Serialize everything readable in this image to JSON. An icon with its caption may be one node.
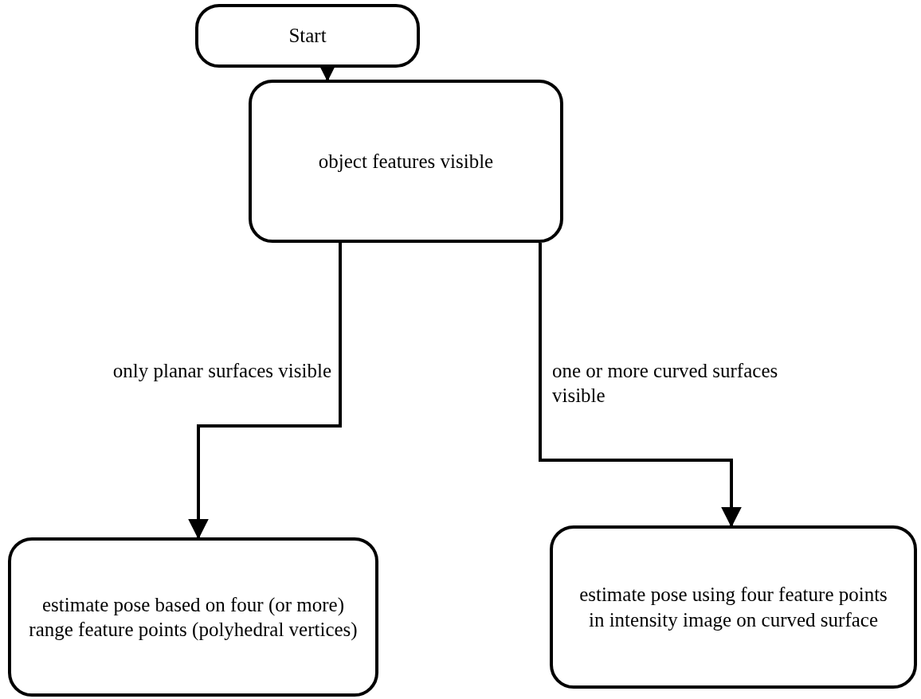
{
  "diagram": {
    "nodes": [
      {
        "text": [
          "Start"
        ]
      },
      {
        "text": [
          "object features visible"
        ]
      },
      {
        "text": [
          "estimate pose based on four (or more) range feature points (polyhedral vertices)"
        ]
      },
      {
        "text": [
          "estimate pose using four feature points in intensity image on curved surface"
        ]
      }
    ],
    "edges": [
      {
        "from": 0,
        "to": 1,
        "arrow": "to"
      },
      {
        "from": 1,
        "to": 2,
        "arrow": "to",
        "label": "only planar surfaces visible"
      },
      {
        "from": 1,
        "to": 3,
        "arrow": "to",
        "label": "one or more curved surfaces visible"
      }
    ]
  }
}
